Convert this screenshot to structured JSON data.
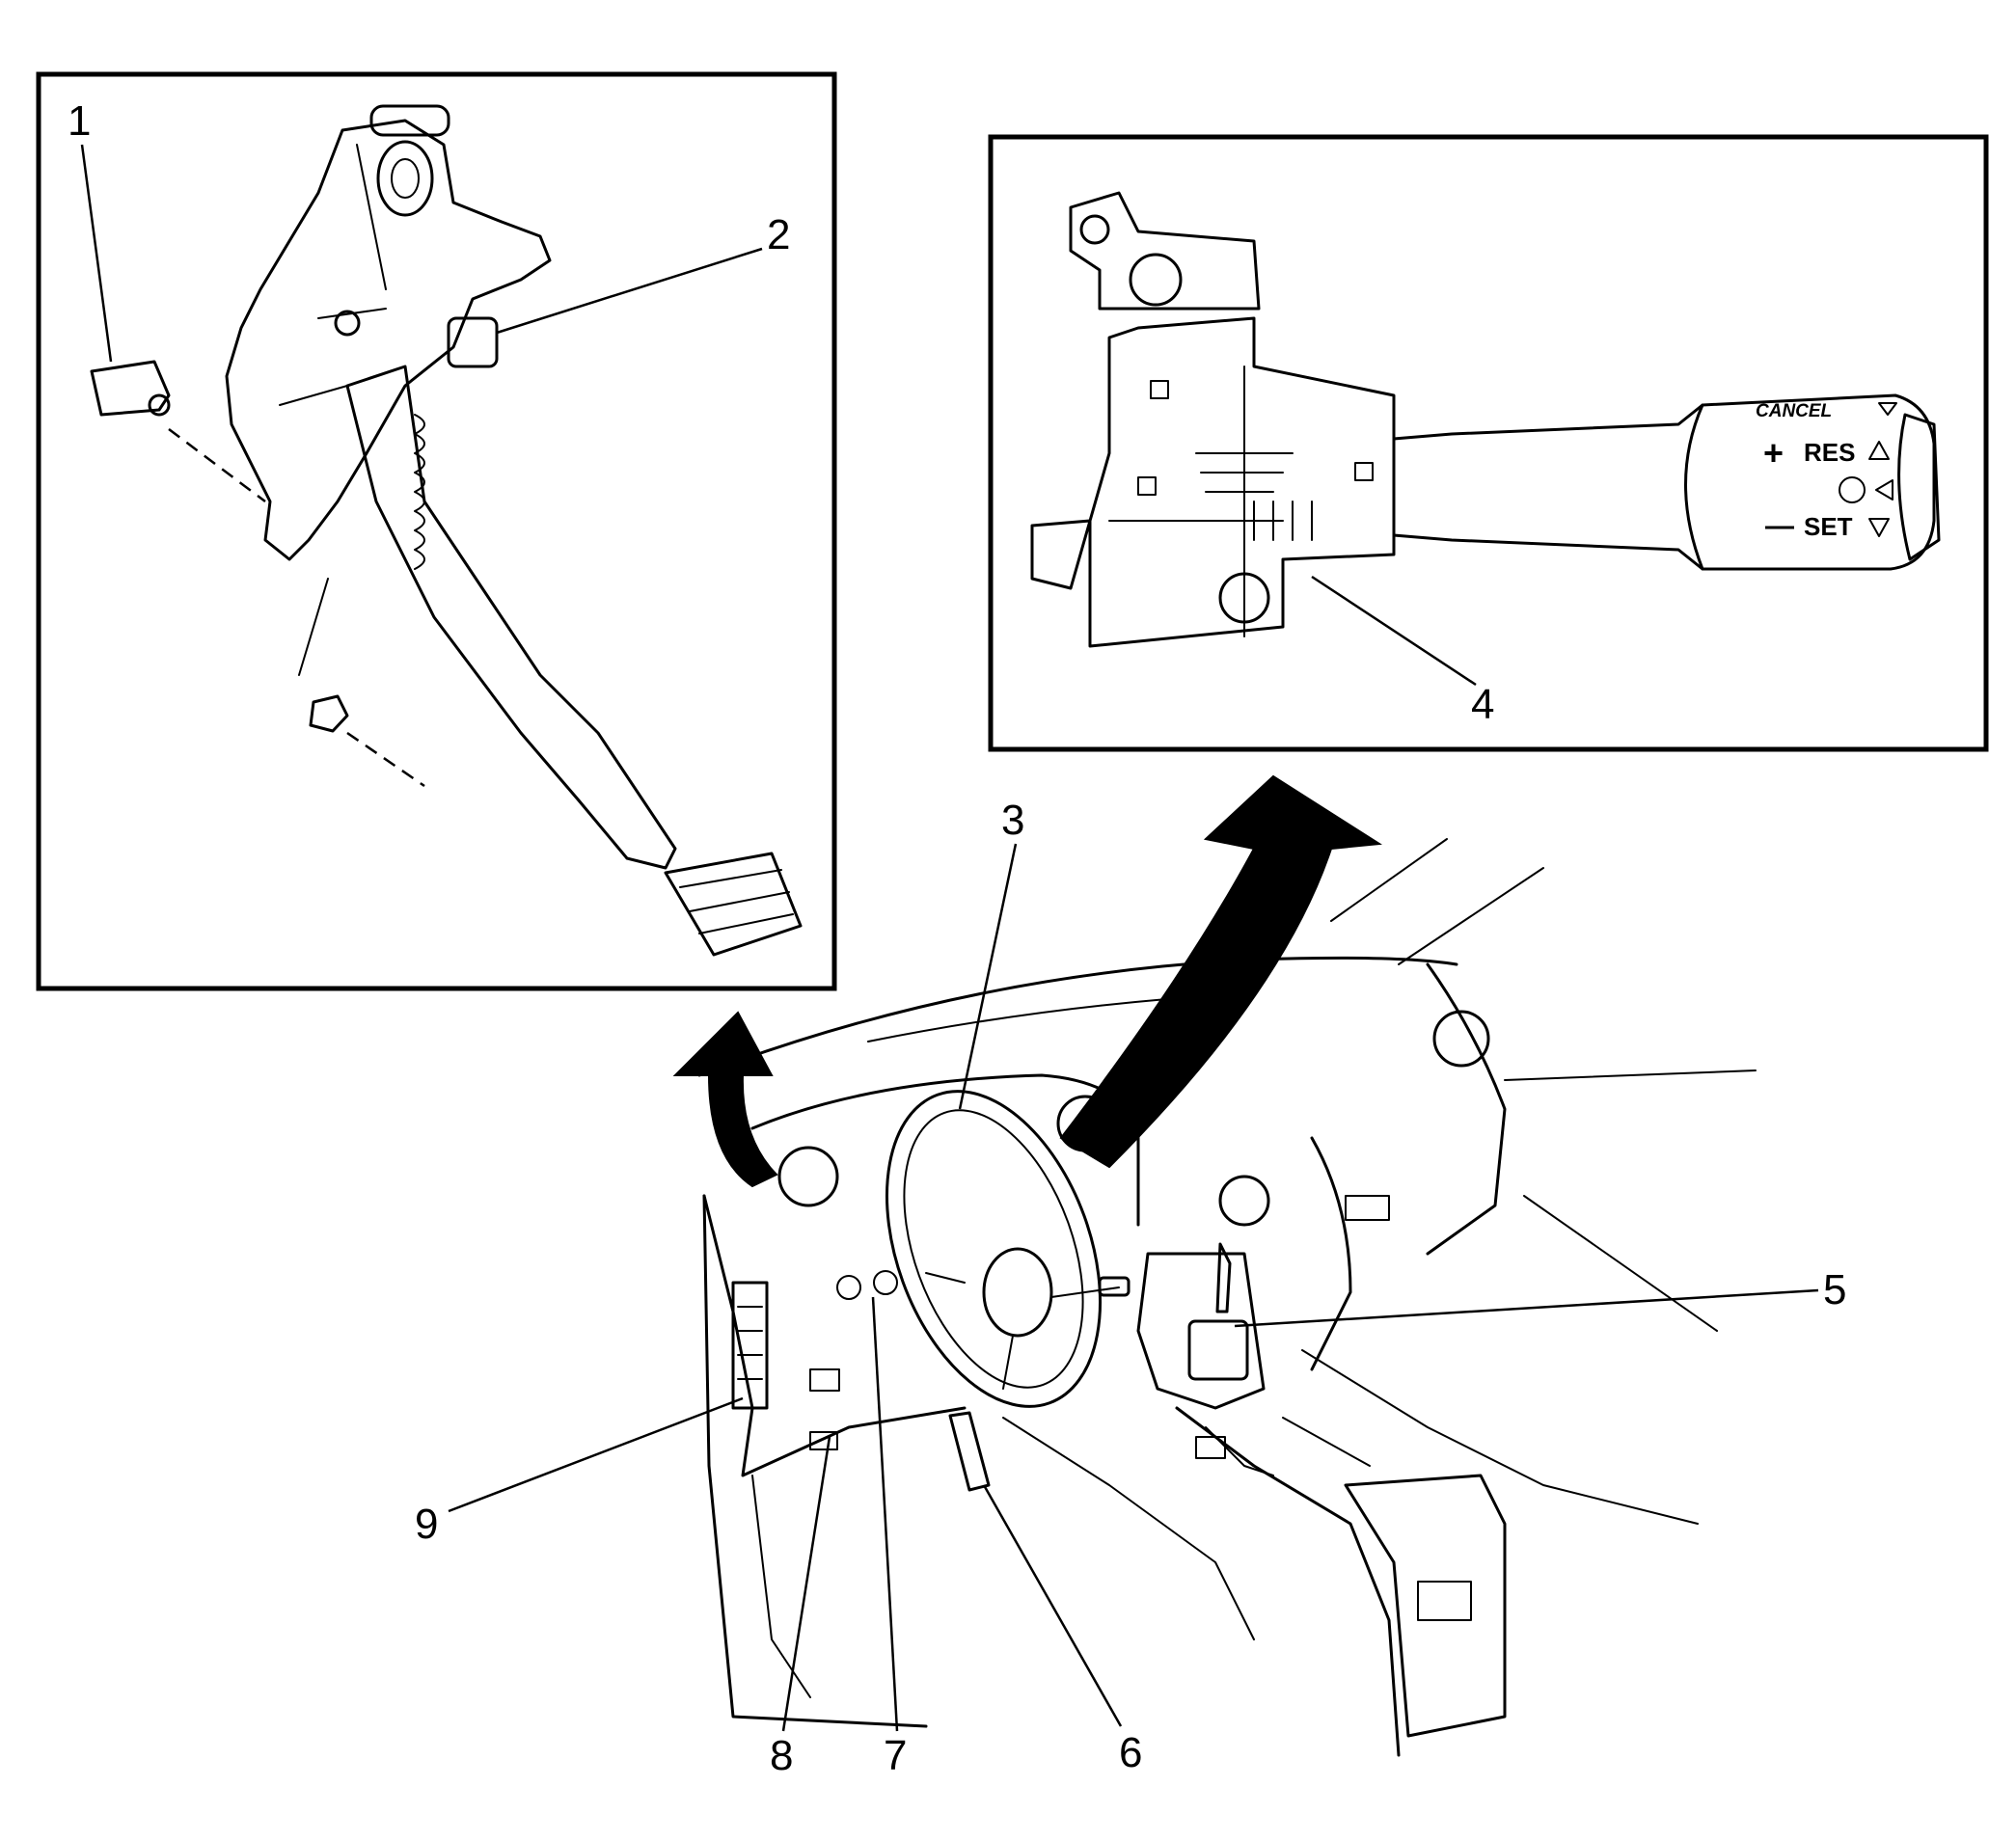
{
  "callouts": [
    {
      "id": "1",
      "label": "1"
    },
    {
      "id": "2",
      "label": "2"
    },
    {
      "id": "3",
      "label": "3"
    },
    {
      "id": "4",
      "label": "4"
    },
    {
      "id": "5",
      "label": "5"
    },
    {
      "id": "6",
      "label": "6"
    },
    {
      "id": "7",
      "label": "7"
    },
    {
      "id": "8",
      "label": "8"
    },
    {
      "id": "9",
      "label": "9"
    }
  ],
  "cruise_switch": {
    "cancel": "CANCEL",
    "res": "RES",
    "set": "SET",
    "plus": "+",
    "minus": "—"
  }
}
